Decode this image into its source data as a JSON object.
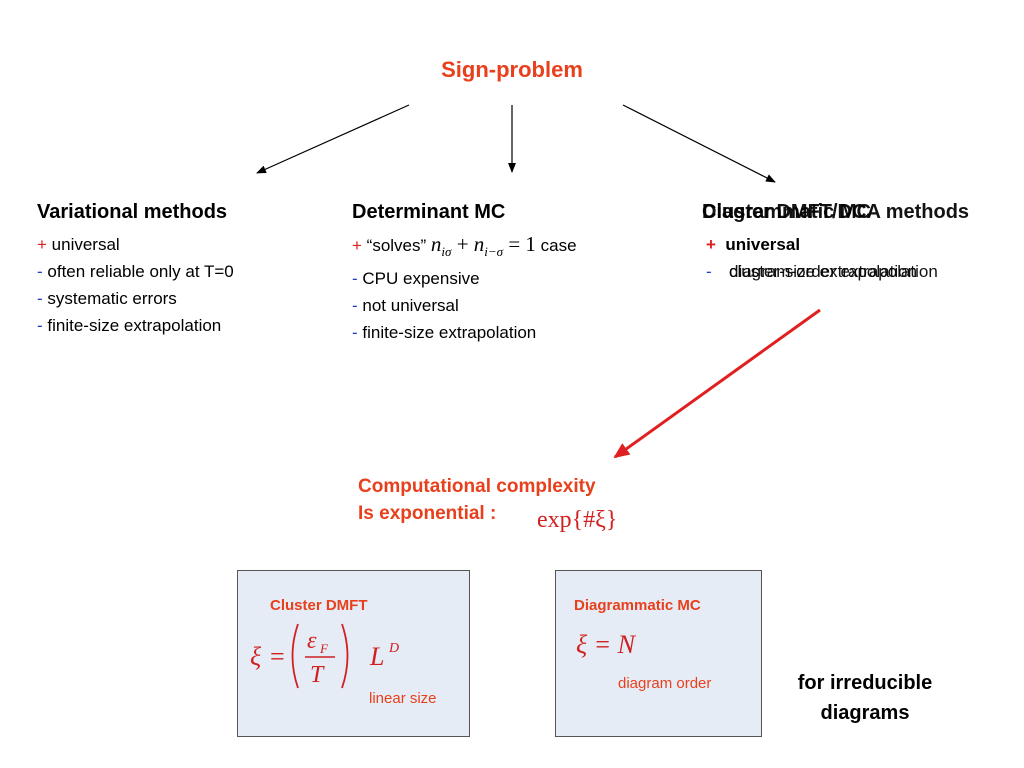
{
  "title": "Sign-problem",
  "columns": {
    "variational": {
      "heading": "Variational methods",
      "items": [
        {
          "sign": "+",
          "text": " universal"
        },
        {
          "sign": "-",
          "text": " often reliable only at T=0"
        },
        {
          "sign": "-",
          "text": " systematic errors"
        },
        {
          "sign": "-",
          "text": " finite-size extrapolation"
        }
      ]
    },
    "determinant": {
      "heading": "Determinant MC",
      "solves_prefix": "+",
      "solves_text": " “solves”",
      "solves_case": "case",
      "items": [
        {
          "sign": "-",
          "text": " CPU expensive"
        },
        {
          "sign": "-",
          "text": " not universal"
        },
        {
          "sign": "-",
          "text": " finite-size extrapolation"
        }
      ]
    },
    "cluster": {
      "heading_a": "Cluster DMFT/DCA methods",
      "heading_b": "Diagrammatic MC",
      "plus": "+",
      "plus_text": "universal",
      "minus": "-",
      "minus_text_a": "cluster-size extrapolation",
      "minus_text_b": "diagram-order extrapolation"
    }
  },
  "complexity": {
    "line1": "Computational complexity",
    "line2": "Is exponential :",
    "formula": "exp{#ξ}"
  },
  "boxes": {
    "cluster_dmft": {
      "title": "Cluster DMFT",
      "note": "linear size"
    },
    "diagrammatic_mc": {
      "title": "Diagrammatic MC",
      "formula": "ξ = N",
      "note": "diagram order"
    }
  },
  "footer": {
    "line1": "for irreducible",
    "line2": "diagrams"
  },
  "colors": {
    "accent": "#e8401c",
    "plus": "#e02020",
    "minus": "#1f3fc0",
    "box_fill": "#e6ecf5",
    "arrow_red": "#e02020"
  }
}
